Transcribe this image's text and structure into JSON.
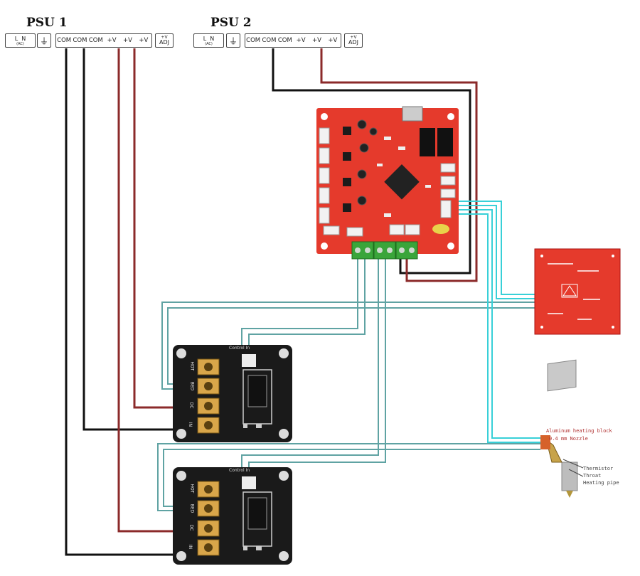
{
  "psu1": {
    "title": "PSU 1",
    "ac_terminal": [
      "L",
      "N",
      "(AC)"
    ],
    "ground_symbol": "⏚",
    "dc_terminals": [
      "COM",
      "COM",
      "COM",
      "+V",
      "+V",
      "+V"
    ],
    "adj": [
      "+V",
      "ADJ"
    ]
  },
  "psu2": {
    "title": "PSU 2",
    "ac_terminal": [
      "L",
      "N",
      "(AC)"
    ],
    "ground_symbol": "⏚",
    "dc_terminals": [
      "COM",
      "COM",
      "COM",
      "+V",
      "+V",
      "+V"
    ],
    "adj": [
      "+V",
      "ADJ"
    ]
  },
  "hotend": {
    "label_block": "Aluminum heating block",
    "label_nozzle": "0.4 mm Nozzle",
    "label_thermistor": "Thermistor",
    "label_throat": "Throat",
    "label_pipe": "Heating pipe"
  },
  "mosfet": {
    "control_label": "Control In",
    "hot_bed": [
      "HOT",
      "BED"
    ],
    "dc_in": [
      "DC",
      "IN"
    ]
  },
  "colors": {
    "wire_black": "#111111",
    "wire_red": "#8b2a2a",
    "wire_teal": "#5fa3a3",
    "wire_cyan": "#38d0d8",
    "board_red": "#e53a2c",
    "mosfet_black": "#1a1a1a"
  }
}
